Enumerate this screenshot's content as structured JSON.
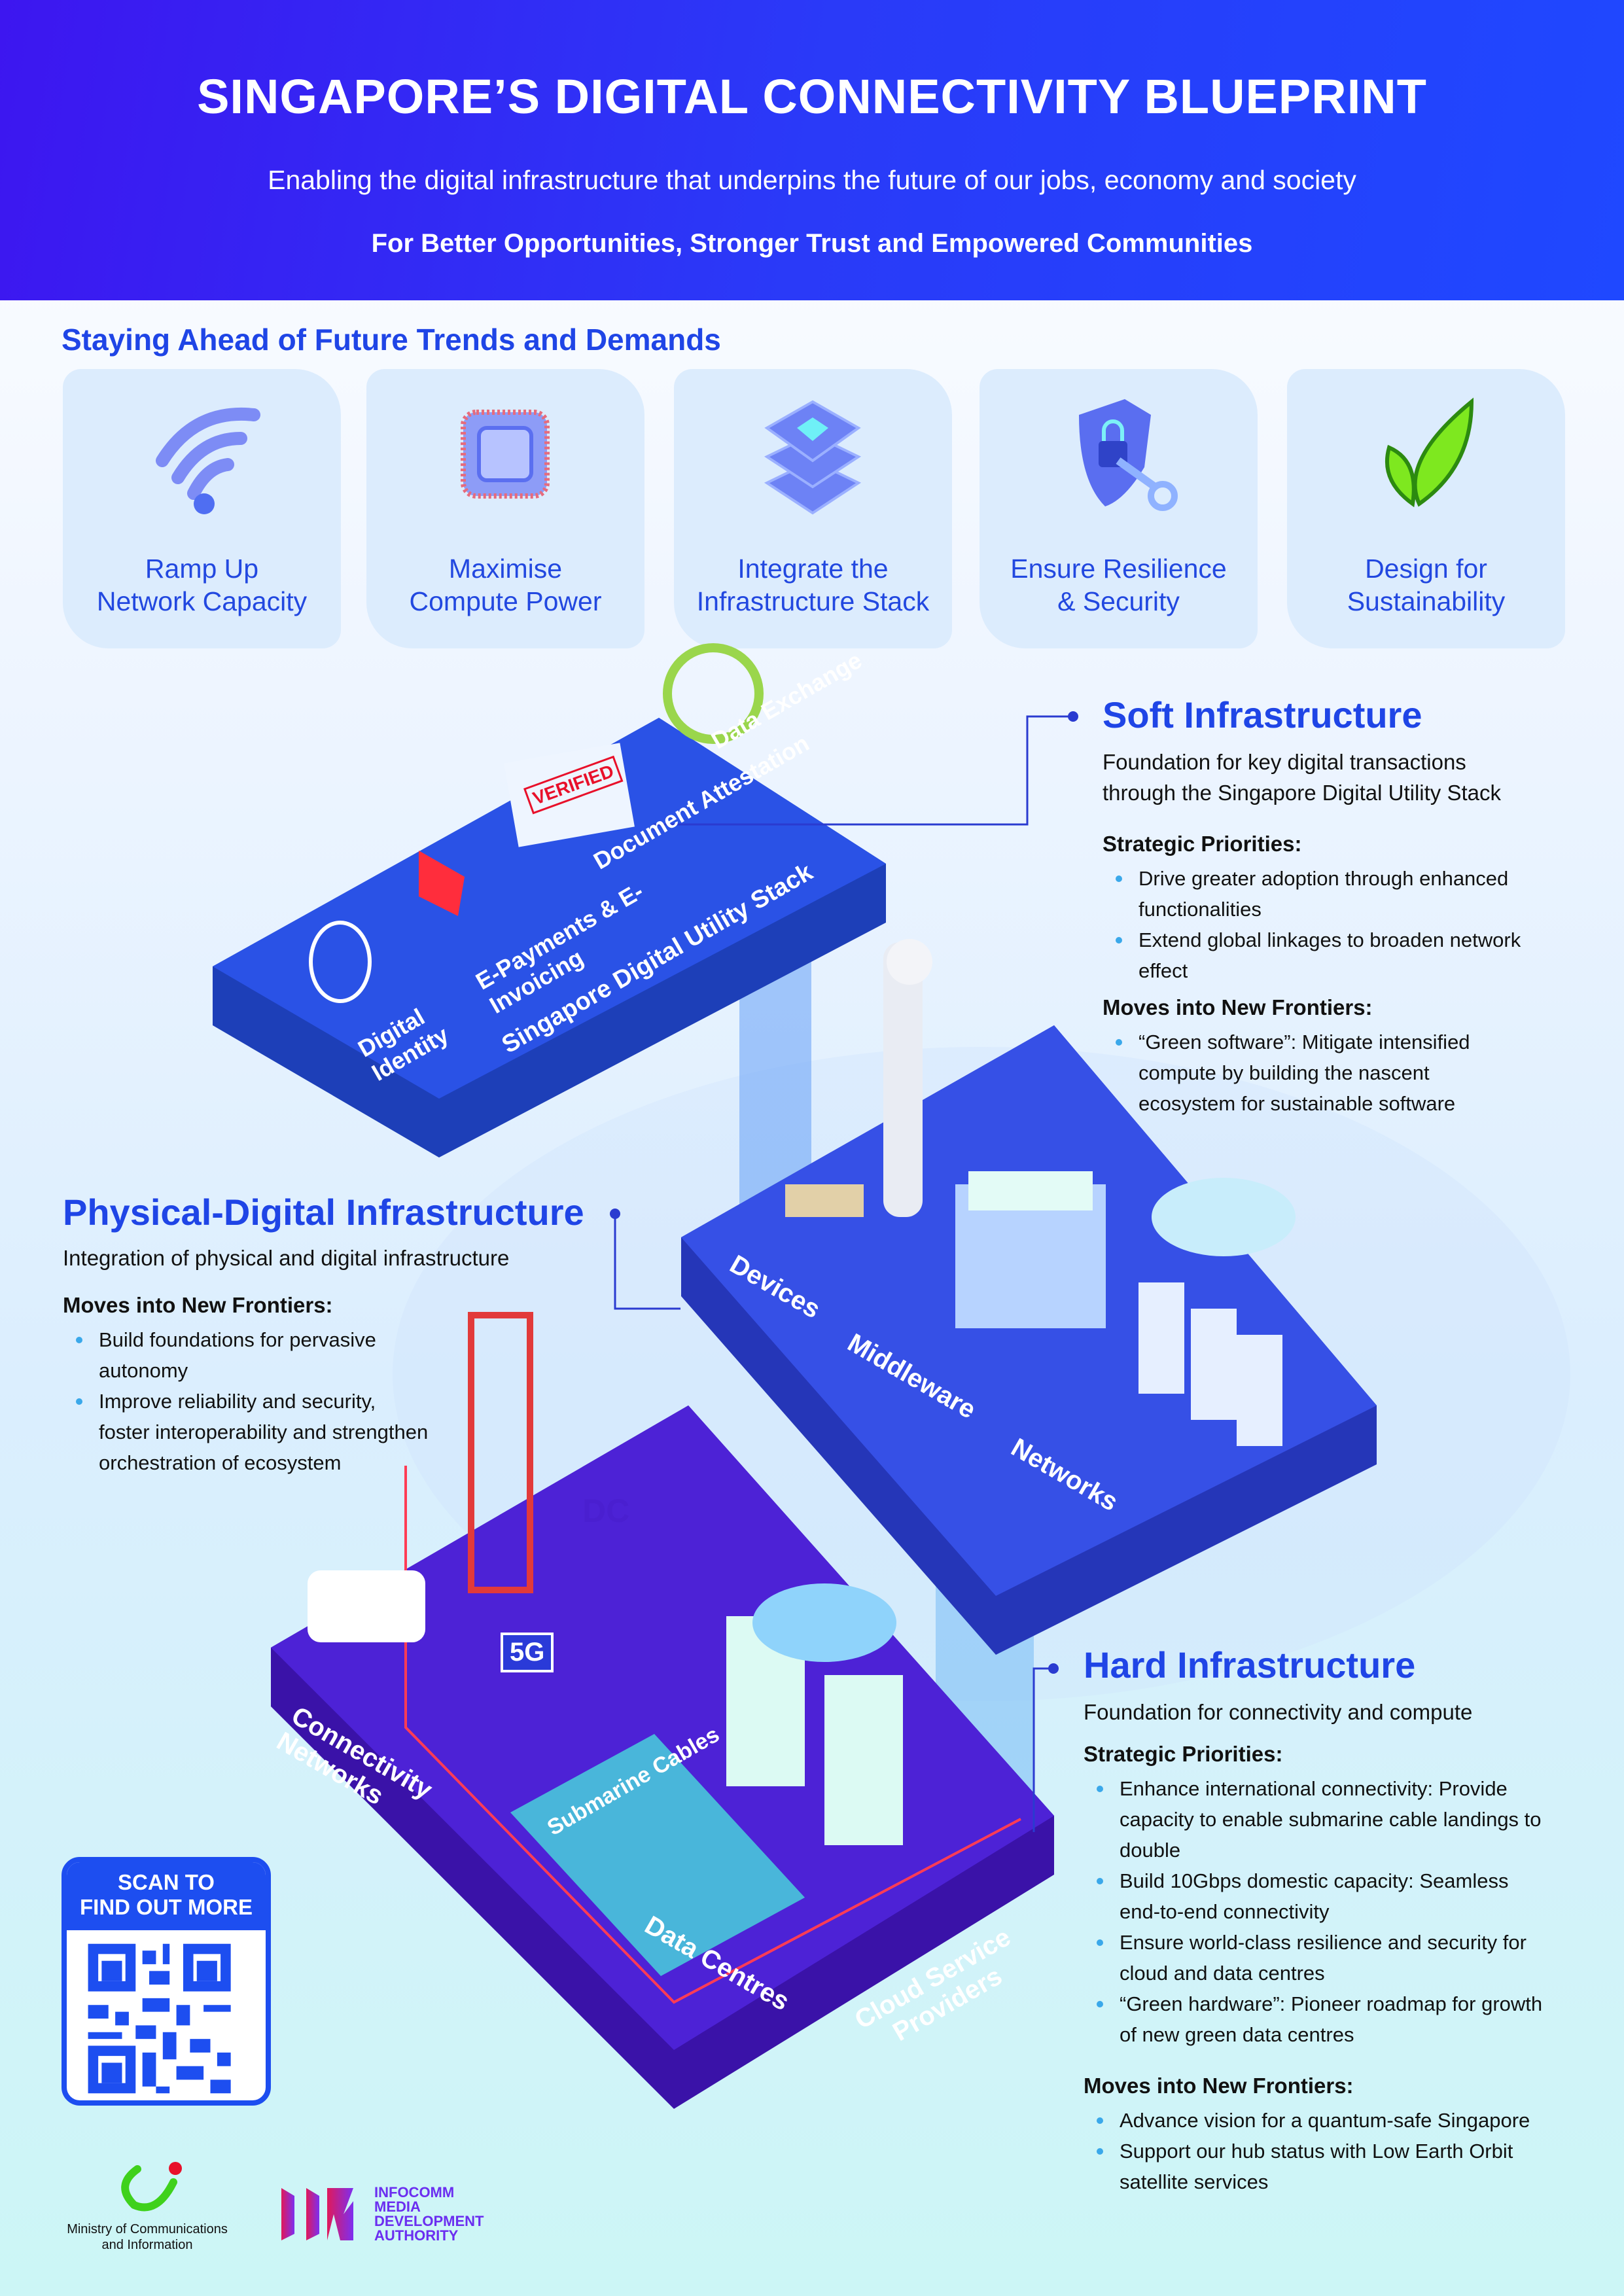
{
  "header": {
    "title": "SINGAPORE’S DIGITAL CONNECTIVITY BLUEPRINT",
    "subtitle": "Enabling the digital infrastructure that underpins the future of our jobs, economy and society",
    "tagline": "For Better Opportunities, Stronger Trust and Empowered Communities"
  },
  "trends": {
    "title": "Staying Ahead of Future Trends and Demands",
    "cards": [
      {
        "line1": "Ramp Up",
        "line2": "Network Capacity",
        "icon": "wifi-icon"
      },
      {
        "line1": "Maximise",
        "line2": "Compute Power",
        "icon": "chip-icon"
      },
      {
        "line1": "Integrate the",
        "line2": "Infrastructure Stack",
        "icon": "layers-icon"
      },
      {
        "line1": "Ensure Resilience",
        "line2": "& Security",
        "icon": "shield-lock-icon"
      },
      {
        "line1": "Design for",
        "line2": "Sustainability",
        "icon": "leaf-icon"
      }
    ]
  },
  "soft": {
    "title": "Soft Infrastructure",
    "desc1": "Foundation for key digital transactions",
    "desc2": "through the Singapore Digital Utility Stack",
    "priorities_label": "Strategic Priorities:",
    "priorities": [
      "Drive greater adoption through enhanced functionalities",
      "Extend global linkages to broaden network effect"
    ],
    "frontiers_label": "Moves into New Frontiers:",
    "frontiers": [
      "“Green software”: Mitigate intensified compute by building the nascent ecosystem for sustainable software"
    ],
    "platform": {
      "name": "Singapore Digital Utility Stack",
      "items": [
        "Digital Identity",
        "E-Payments & E-Invoicing",
        "Document Attestation",
        "Data Exchange"
      ],
      "verified": "VERIFIED"
    }
  },
  "physical": {
    "title": "Physical-Digital Infrastructure",
    "desc": "Integration of physical and digital infrastructure",
    "frontiers_label": "Moves into New Frontiers:",
    "frontiers": [
      "Build foundations for pervasive autonomy",
      "Improve reliability and security, foster interoperability and strengthen orchestration of ecosystem"
    ],
    "platform": {
      "items": [
        "Devices",
        "Middleware",
        "Networks"
      ]
    }
  },
  "hard": {
    "title": "Hard Infrastructure",
    "desc": "Foundation for connectivity and compute",
    "priorities_label": "Strategic Priorities:",
    "priorities": [
      "Enhance international connectivity: Provide capacity to enable submarine cable landings to double",
      "Build 10Gbps domestic capacity: Seamless end-to-end connectivity",
      "Ensure world-class resilience and security for cloud and data centres",
      "“Green hardware”: Pioneer roadmap for growth of new green data centres"
    ],
    "frontiers_label": "Moves into New Frontiers:",
    "frontiers": [
      "Advance vision for a quantum-safe Singapore",
      "Support our hub status with Low Earth Orbit satellite services"
    ],
    "platform": {
      "connectivity": "Connectivity Networks",
      "submarine": "Submarine Cables",
      "datacentres": "Data Centres",
      "cloud": "Cloud Service Providers",
      "chip": "5G",
      "dc": "DC"
    }
  },
  "qr": {
    "line1": "SCAN TO",
    "line2": "FIND OUT MORE"
  },
  "logos": {
    "mci": "Ministry of Communications and Information",
    "imda": "INFOCOMM MEDIA DEVELOPMENT AUTHORITY"
  },
  "colors": {
    "header": "#2a3af8",
    "accent": "#1f45e6",
    "card": "#dcecfd",
    "bullet": "#3aa8ea",
    "platform": "#2a44e0",
    "hard_platform": "#4a1fd0"
  }
}
